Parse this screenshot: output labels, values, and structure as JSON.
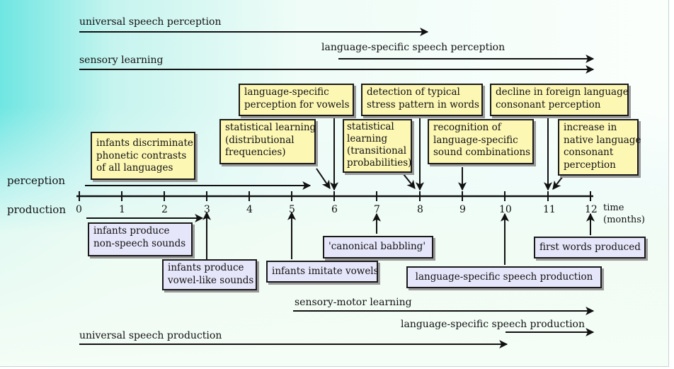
{
  "perception_bands": {
    "universal": "universal speech perception",
    "language_specific": "language-specific speech perception",
    "sensory_learning": "sensory learning"
  },
  "row_labels": {
    "perception": "perception",
    "production": "production"
  },
  "timeline": {
    "ticks": [
      "0",
      "1",
      "2",
      "3",
      "4",
      "5",
      "6",
      "7",
      "8",
      "9",
      "10",
      "11",
      "12"
    ],
    "unit_line1": "time",
    "unit_line2": "(months)"
  },
  "perception_boxes": {
    "discriminate": [
      "infants discriminate",
      "phonetic contrasts",
      "of all languages"
    ],
    "statistical_distributional": [
      "statistical learning",
      "(distributional",
      "frequencies)"
    ],
    "vowels": [
      "language-specific",
      "perception for vowels"
    ],
    "statistical_transitional": [
      "statistical",
      "learning",
      "(transitional",
      "probabilities)"
    ],
    "stress": [
      "detection of typical",
      "stress pattern in words"
    ],
    "sound_combinations": [
      "recognition of",
      "language-specific",
      "sound combinations"
    ],
    "decline": [
      "decline in foreign language",
      "consonant perception"
    ],
    "increase": [
      "increase in",
      "native language",
      "consonant",
      "perception"
    ]
  },
  "production_boxes": {
    "non_speech": [
      "infants produce",
      "non-speech sounds"
    ],
    "vowel_like": [
      "infants produce",
      "vowel-like sounds"
    ],
    "imitate": [
      "infants imitate vowels"
    ],
    "canonical": [
      "'canonical babbling'"
    ],
    "lang_specific": [
      "language-specific speech production"
    ],
    "first_words": [
      "first words produced"
    ]
  },
  "production_bands": {
    "sensory_motor": "sensory-motor learning",
    "language_specific": "language-specific speech production",
    "universal": "universal speech production"
  },
  "colors": {
    "perception_box": "#fdf7b4",
    "production_box": "#e6e6fb",
    "background_left": "#6fe6e2",
    "line": "#111111"
  }
}
